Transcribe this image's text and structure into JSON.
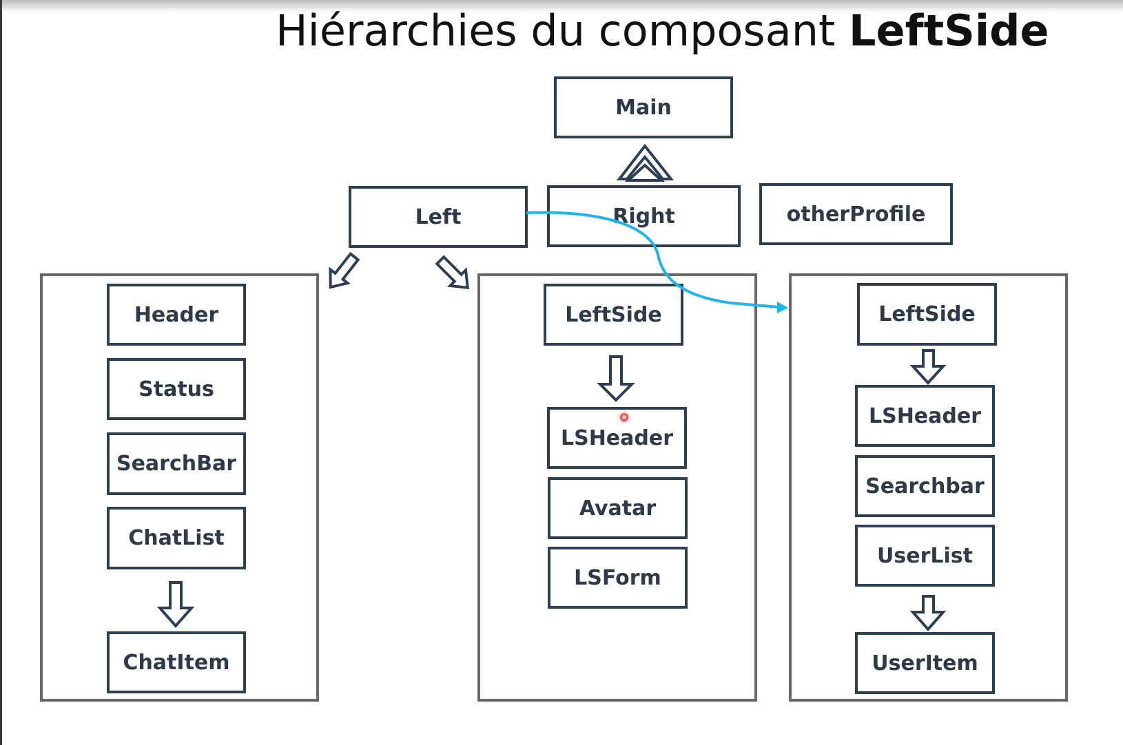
{
  "title": {
    "regular": "Hiérarchies du composant ",
    "bold": "LeftSide"
  },
  "nodes": {
    "main": "Main",
    "left": "Left",
    "right": "Right",
    "other_profile": "otherProfile",
    "col1": [
      "Header",
      "Status",
      "SearchBar",
      "ChatList",
      "ChatItem"
    ],
    "col2": [
      "LeftSide",
      "LSHeader",
      "Avatar",
      "LSForm"
    ],
    "col3": [
      "LeftSide",
      "LSHeader",
      "Searchbar",
      "UserList",
      "UserItem"
    ]
  },
  "colors": {
    "box_border": "#2e3f55",
    "panel_border": "#6b6767",
    "connector": "#1fb4ea",
    "cursor": "#e53935"
  }
}
